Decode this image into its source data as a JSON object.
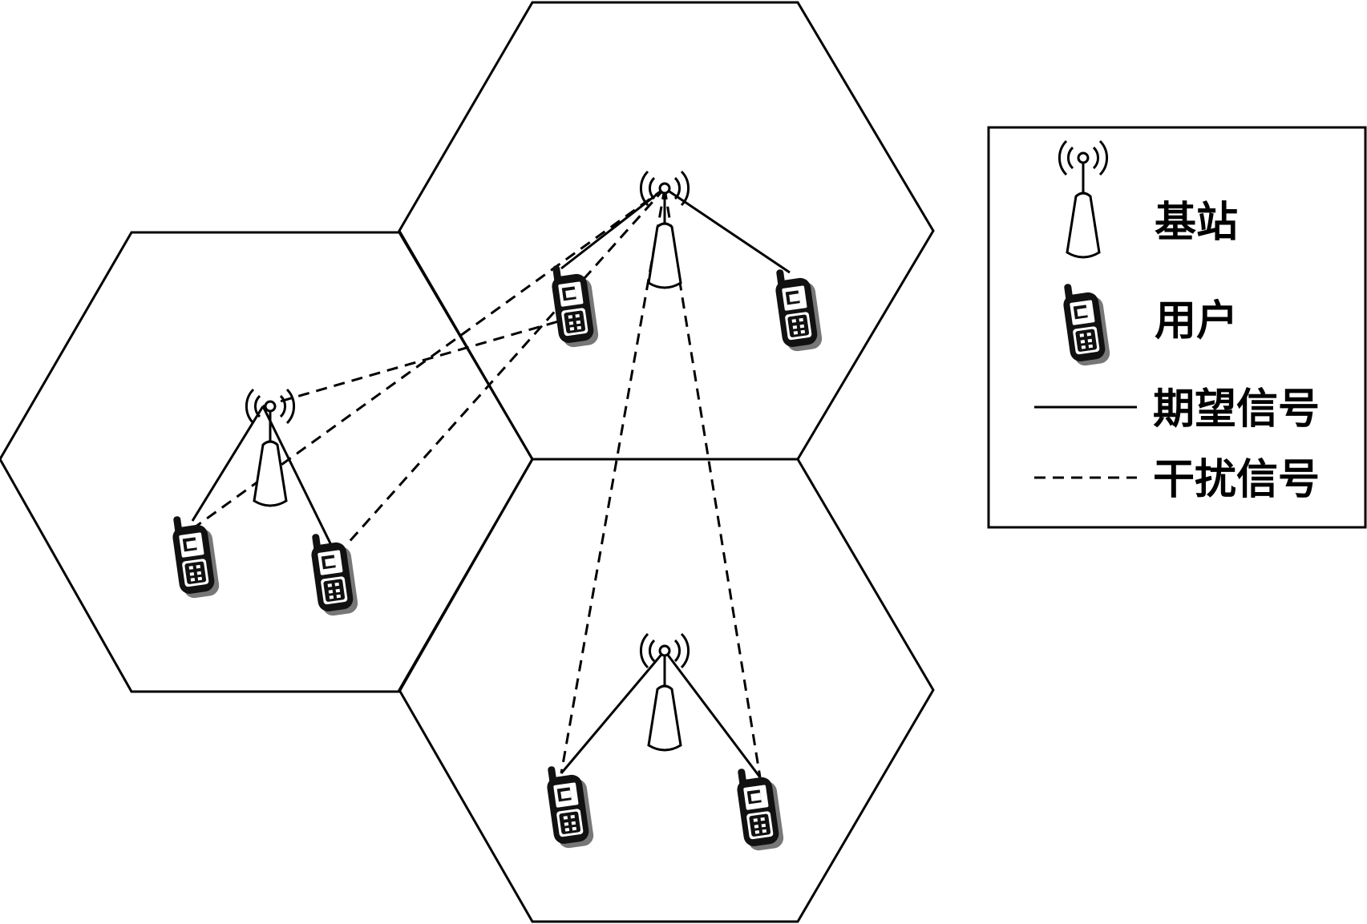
{
  "legend": {
    "base_station": "基站",
    "user": "用户",
    "desired_signal": "期望信号",
    "interference_signal": "干扰信号"
  },
  "icons": {
    "base_station": "base-station-icon",
    "user": "mobile-phone-icon"
  },
  "colors": {
    "stroke": "#000000",
    "background": "#ffffff"
  }
}
